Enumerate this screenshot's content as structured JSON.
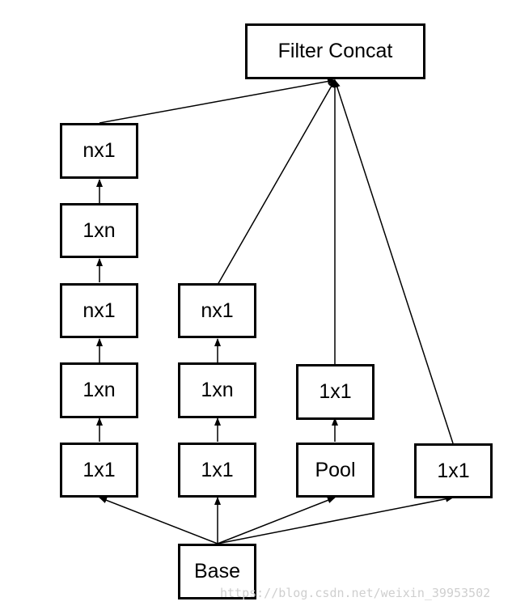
{
  "nodes": {
    "filter_concat": "Filter Concat",
    "b1_nx1_top": "nx1",
    "b1_1xn_upper": "1xn",
    "b1_nx1_mid": "nx1",
    "b1_1xn_lower": "1xn",
    "b1_1x1": "1x1",
    "b2_nx1": "nx1",
    "b2_1xn": "1xn",
    "b2_1x1": "1x1",
    "b3_1x1": "1x1",
    "b3_pool": "Pool",
    "b4_1x1": "1x1",
    "base": "Base"
  },
  "watermark": "https://blog.csdn.net/weixin_39953502",
  "colors": {
    "stroke": "#000000",
    "background": "#ffffff",
    "watermark": "#cfcfcf"
  }
}
